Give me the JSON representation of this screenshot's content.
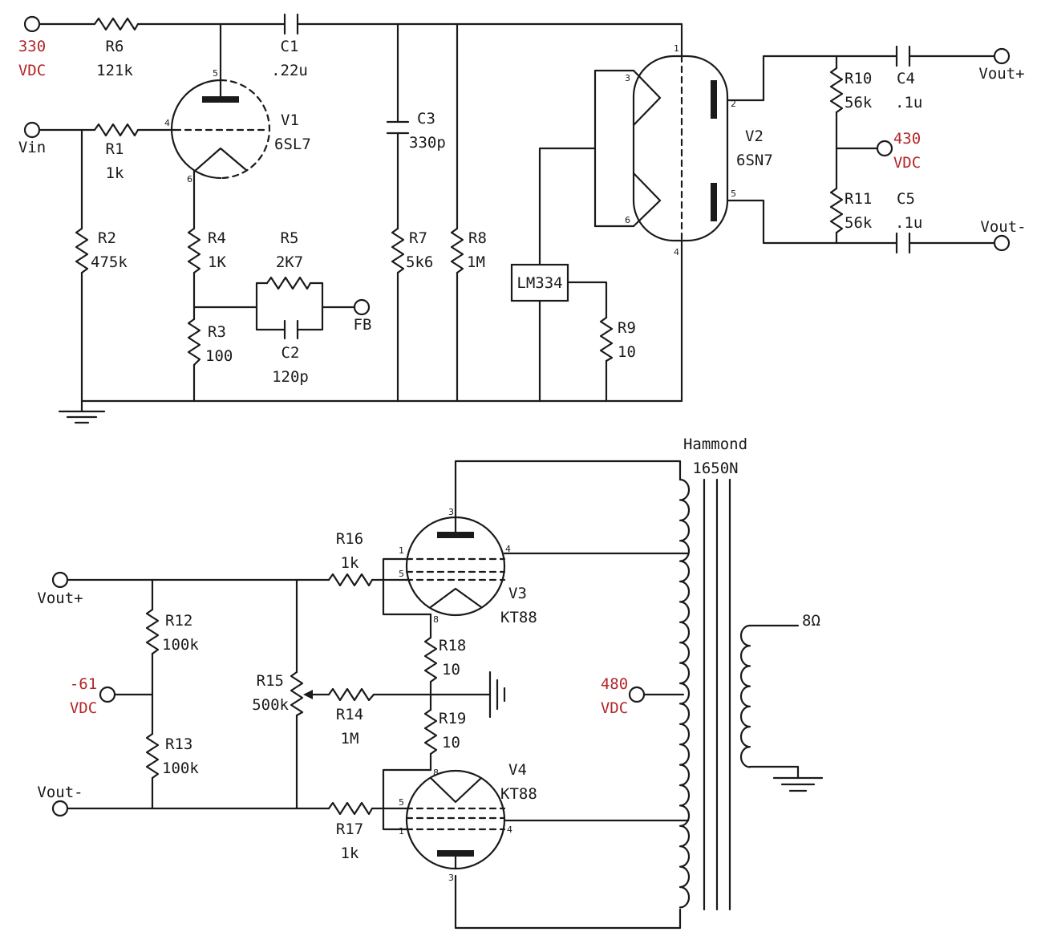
{
  "supplies": {
    "v330": {
      "value": "330",
      "unit": "VDC"
    },
    "v430": {
      "value": "430",
      "unit": "VDC"
    },
    "vneg61": {
      "value": "-61",
      "unit": "VDC"
    },
    "v480": {
      "value": "480",
      "unit": "VDC"
    }
  },
  "terminals": {
    "vin": "Vin",
    "fb": "FB",
    "vout_plus_top": "Vout+",
    "vout_minus_top": "Vout-",
    "vout_plus_bottom": "Vout+",
    "vout_minus_bottom": "Vout-"
  },
  "resistors": {
    "r1": {
      "name": "R1",
      "value": "1k"
    },
    "r2": {
      "name": "R2",
      "value": "475k"
    },
    "r3": {
      "name": "R3",
      "value": "100"
    },
    "r4": {
      "name": "R4",
      "value": "1K"
    },
    "r5": {
      "name": "R5",
      "value": "2K7"
    },
    "r6": {
      "name": "R6",
      "value": "121k"
    },
    "r7": {
      "name": "R7",
      "value": "5k6"
    },
    "r8": {
      "name": "R8",
      "value": "1M"
    },
    "r9": {
      "name": "R9",
      "value": "10"
    },
    "r10": {
      "name": "R10",
      "value": "56k"
    },
    "r11": {
      "name": "R11",
      "value": "56k"
    },
    "r12": {
      "name": "R12",
      "value": "100k"
    },
    "r13": {
      "name": "R13",
      "value": "100k"
    },
    "r14": {
      "name": "R14",
      "value": "1M"
    },
    "r15": {
      "name": "R15",
      "value": "500k"
    },
    "r16": {
      "name": "R16",
      "value": "1k"
    },
    "r17": {
      "name": "R17",
      "value": "1k"
    },
    "r18": {
      "name": "R18",
      "value": "10"
    },
    "r19": {
      "name": "R19",
      "value": "10"
    }
  },
  "capacitors": {
    "c1": {
      "name": "C1",
      "value": ".22u"
    },
    "c2": {
      "name": "C2",
      "value": "120p"
    },
    "c3": {
      "name": "C3",
      "value": "330p"
    },
    "c4": {
      "name": "C4",
      "value": ".1u"
    },
    "c5": {
      "name": "C5",
      "value": ".1u"
    }
  },
  "tubes": {
    "v1": {
      "name": "V1",
      "type": "6SL7",
      "pins": {
        "plate": "5",
        "grid": "4",
        "cathode": "6"
      }
    },
    "v2": {
      "name": "V2",
      "type": "6SN7",
      "pins": {
        "p1": "1",
        "p2": "2",
        "p3": "3",
        "p4": "4",
        "p5": "5",
        "p6": "6"
      }
    },
    "v3": {
      "name": "V3",
      "type": "KT88",
      "pins": {
        "plate": "3",
        "g1": "1",
        "g2": "5",
        "out": "4",
        "cathode": "8"
      }
    },
    "v4": {
      "name": "V4",
      "type": "KT88",
      "pins": {
        "plate": "3",
        "g1": "1",
        "g2": "5",
        "out": "4",
        "cathode": "8"
      }
    }
  },
  "ic": {
    "name": "LM334"
  },
  "transformer": {
    "maker": "Hammond",
    "model": "1650N",
    "load": "8Ω"
  }
}
